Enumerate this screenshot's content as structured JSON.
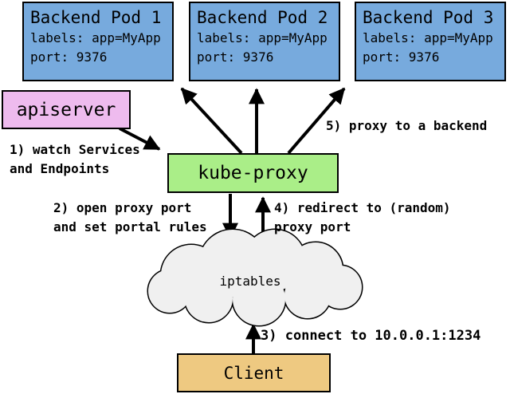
{
  "diagram": {
    "pods": [
      {
        "title": "Backend Pod 1",
        "labels": "labels: app=MyApp",
        "port": "port: 9376"
      },
      {
        "title": "Backend Pod 2",
        "labels": "labels: app=MyApp",
        "port": "port: 9376"
      },
      {
        "title": "Backend Pod 3",
        "labels": "labels: app=MyApp",
        "port": "port: 9376"
      }
    ],
    "apiserver": {
      "label": "apiserver"
    },
    "kube_proxy": {
      "label": "kube-proxy"
    },
    "client": {
      "label": "Client"
    },
    "iptables": {
      "label": "iptables"
    },
    "steps": {
      "s1": "1) watch Services\nand Endpoints",
      "s2": "2) open proxy port\nand set portal rules",
      "s3": "3) connect to 10.0.0.1:1234",
      "s4": "4) redirect to (random)\nproxy port",
      "s5": "5) proxy to a backend"
    },
    "colors": {
      "pod_fill": "#77aadd",
      "apiserver_fill": "#eebbee",
      "kube_proxy_fill": "#aaee88",
      "client_fill": "#eec981",
      "cloud_fill": "#f0f0f0",
      "outline": "#000000",
      "background": "#ffffff"
    }
  }
}
